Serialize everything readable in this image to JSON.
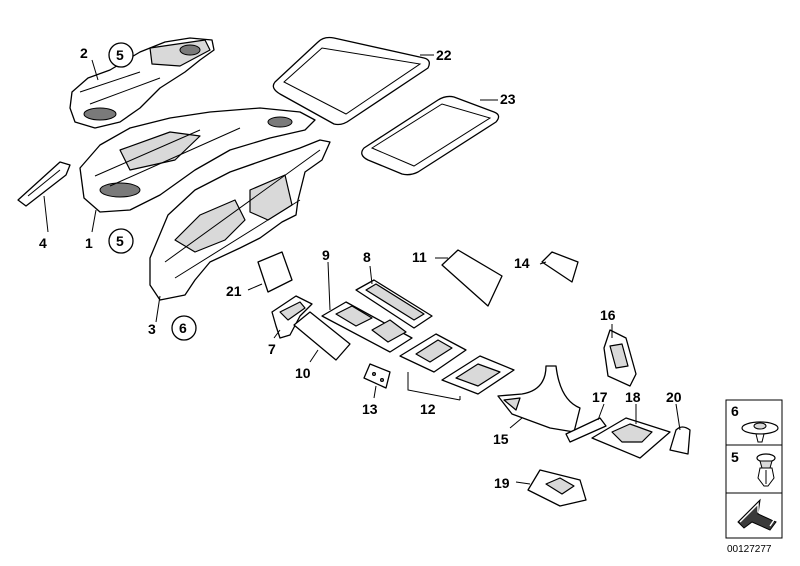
{
  "labels": {
    "l1": "1",
    "l2": "2",
    "l3": "3",
    "l4": "4",
    "l5a": "5",
    "l5b": "5",
    "l6": "6",
    "l7": "7",
    "l8": "8",
    "l9": "9",
    "l10": "10",
    "l11": "11",
    "l12": "12",
    "l13": "13",
    "l14": "14",
    "l15": "15",
    "l16": "16",
    "l17": "17",
    "l18": "18",
    "l19": "19",
    "l20": "20",
    "l21": "21",
    "l22": "22",
    "l23": "23"
  },
  "legend": {
    "item_6": "6",
    "item_5": "5"
  },
  "diagram_code": "00127277",
  "colors": {
    "line": "#000000",
    "fill": "#ffffff",
    "shade": "#d9d9d9"
  }
}
